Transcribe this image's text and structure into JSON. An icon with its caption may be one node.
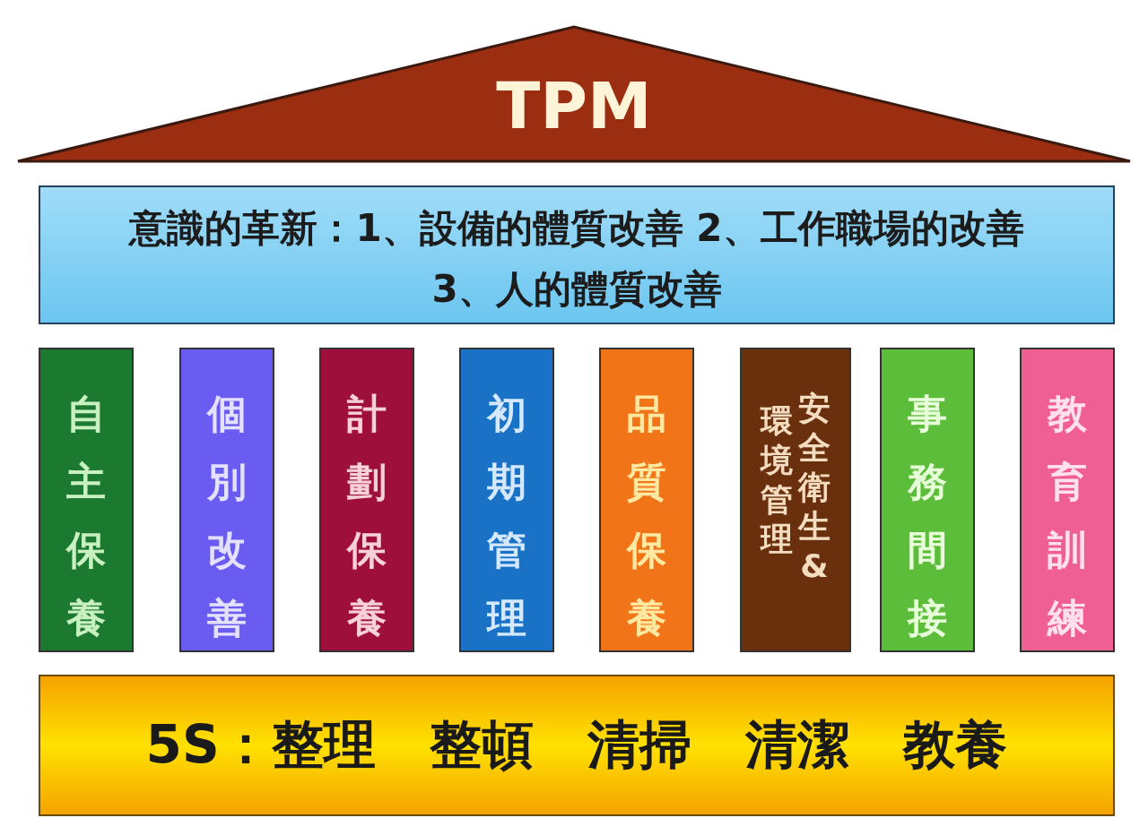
{
  "diagram": {
    "nodes": [
      {
        "text": [
          "TPM"
        ]
      },
      {
        "text": [
          "意識的革新：1、設備的體質改善 2、工作職場的改善 3、人的體質改善"
        ]
      },
      {
        "text": [
          "自主保養"
        ]
      },
      {
        "text": [
          "個別改善"
        ]
      },
      {
        "text": [
          "計劃保養"
        ]
      },
      {
        "text": [
          "初期管理"
        ]
      },
      {
        "text": [
          "品質保養"
        ]
      },
      {
        "text": [
          "環境管理",
          "安全衛生&"
        ]
      },
      {
        "text": [
          "事務間接"
        ]
      },
      {
        "text": [
          "教育訓練"
        ]
      },
      {
        "text": [
          "5S：整理 整頓 清掃 清潔 教養"
        ]
      }
    ]
  }
}
